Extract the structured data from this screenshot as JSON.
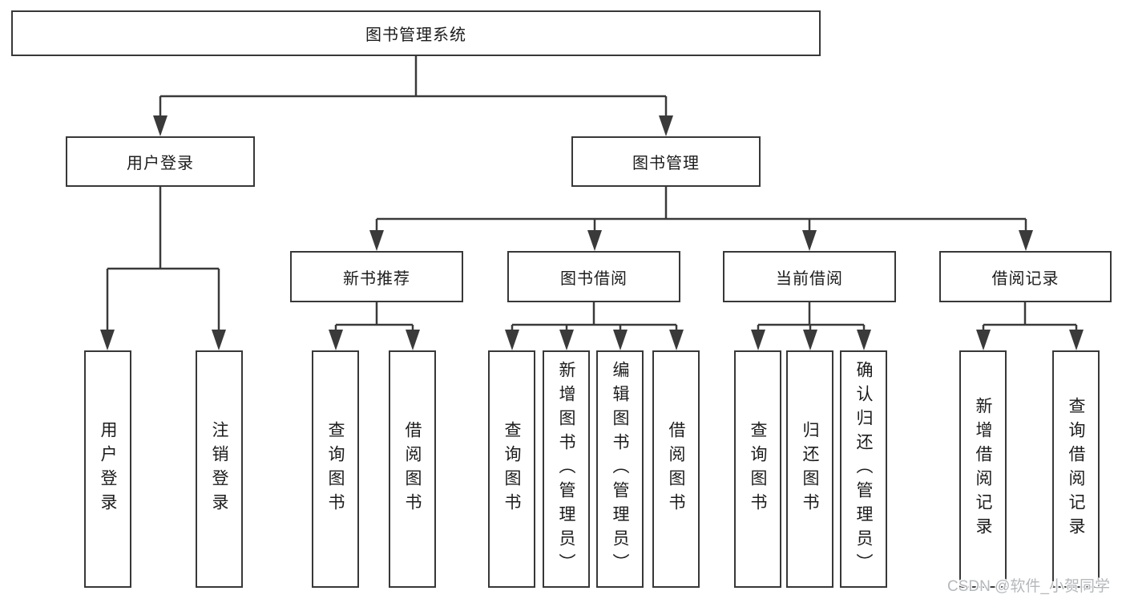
{
  "colors": {
    "line": "#3a3a3a",
    "box_border": "#383838",
    "box_background": "#ffffff",
    "text": "#1c1c1c",
    "watermark": "#b5b9bc"
  },
  "tree": {
    "root": {
      "label": "图书管理系统"
    },
    "branches": [
      {
        "label": "用户登录",
        "children": [
          {
            "label": "用户登录"
          },
          {
            "label": "注销登录"
          }
        ]
      },
      {
        "label": "图书管理",
        "children": [
          {
            "label": "新书推荐",
            "children": [
              {
                "label": "查询图书"
              },
              {
                "label": "借阅图书"
              }
            ]
          },
          {
            "label": "图书借阅",
            "children": [
              {
                "label": "查询图书"
              },
              {
                "label": "新增图书（管理员）"
              },
              {
                "label": "编辑图书（管理员）"
              },
              {
                "label": "借阅图书"
              }
            ]
          },
          {
            "label": "当前借阅",
            "children": [
              {
                "label": "查询图书"
              },
              {
                "label": "归还图书"
              },
              {
                "label": "确认归还（管理员）"
              }
            ]
          },
          {
            "label": "借阅记录",
            "children": [
              {
                "label": "新增借阅记录"
              },
              {
                "label": "查询借阅记录"
              }
            ]
          }
        ]
      }
    ]
  },
  "watermark": {
    "text": "CSDN @软件_小贺同学"
  }
}
